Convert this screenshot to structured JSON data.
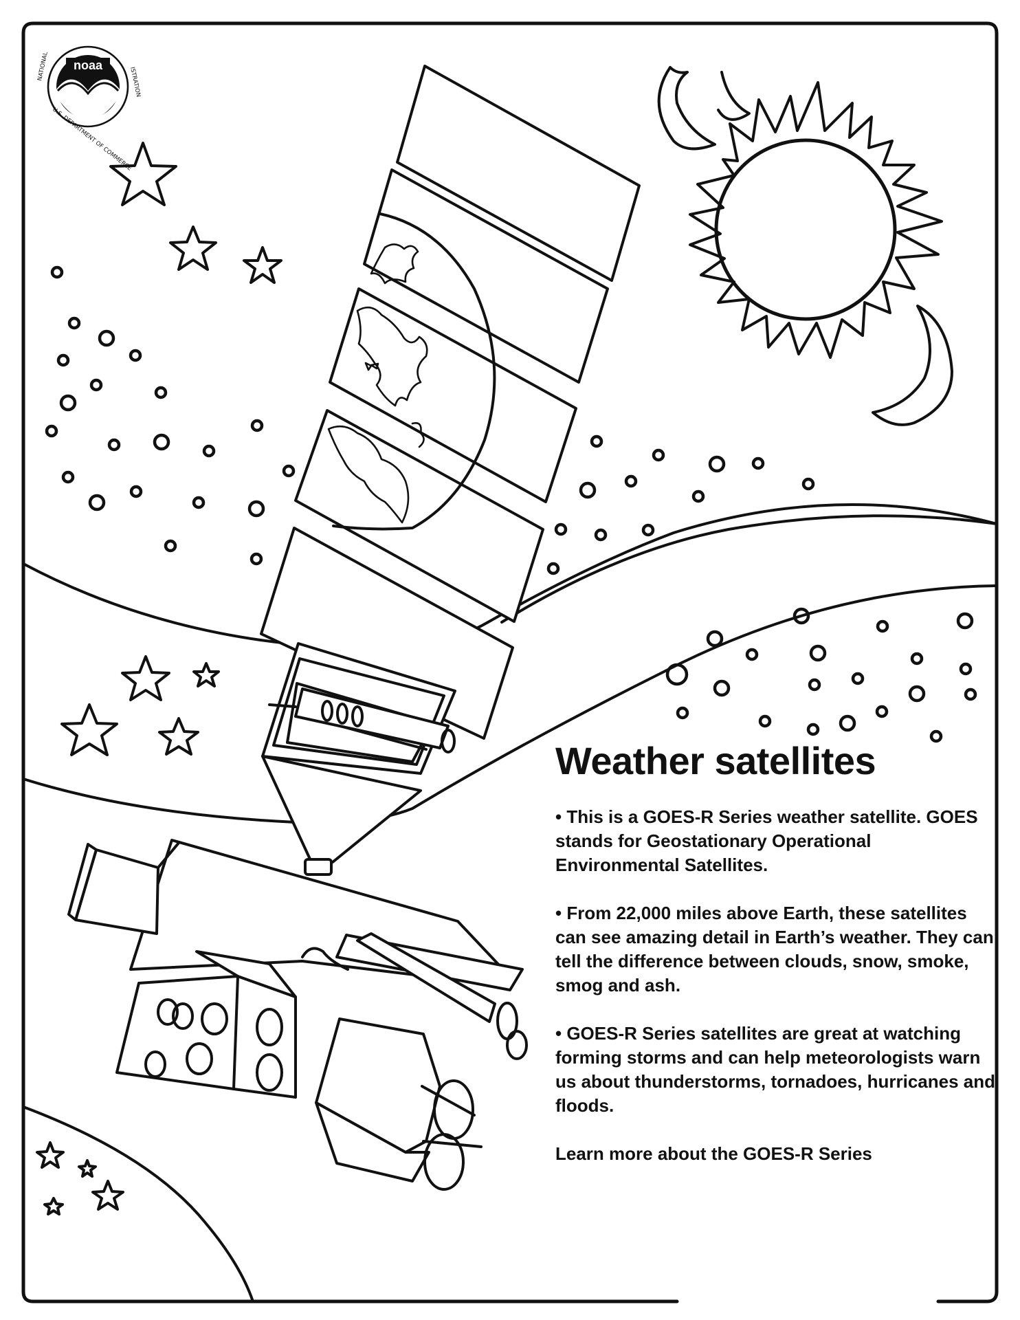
{
  "logo": {
    "wordmark": "noaa",
    "ring_left": "NATIONAL",
    "ring_right": "ISTRATION",
    "ring_bottom": "U.S. DEPARTMENT OF COMMERCE"
  },
  "title": "Weather satellites",
  "bullets": [
    "• This is a GOES-R Series weather satellite. GOES stands for Geostationary Operational Environmental Satellites.",
    "• From 22,000 miles above Earth, these satellites can see amazing detail in Earth’s weather. They can tell the difference between clouds, snow, smoke, smog and ash.",
    "• GOES-R Series satellites are great at watching forming storms and can help meteorologists warn us about thunderstorms, tornadoes, hurricanes and floods."
  ],
  "learn_more": "Learn more about the GOES-R Series",
  "colors": {
    "ink": "#111111",
    "paper": "#ffffff"
  },
  "icons": [
    "noaa-logo-icon",
    "sun-icon",
    "star-icon",
    "satellite-illustration",
    "earth-globe"
  ]
}
